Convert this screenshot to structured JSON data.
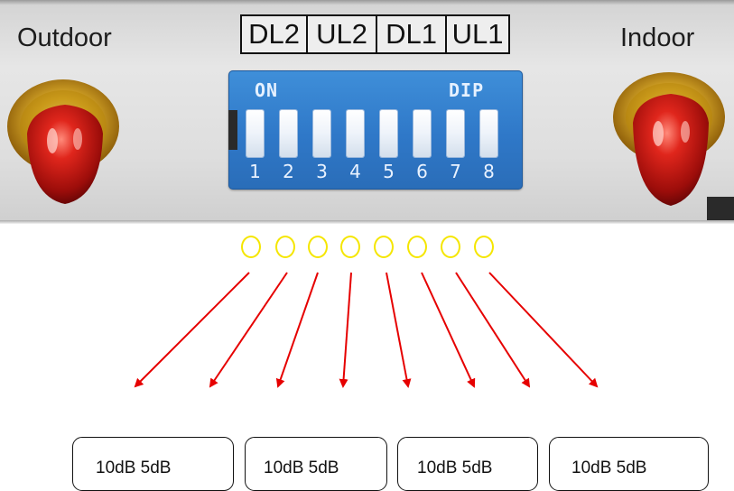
{
  "panel": {
    "left_port_label": "Outdoor",
    "right_port_label": "Indoor",
    "band_labels": [
      "DL2",
      "UL2",
      "DL1",
      "UL1"
    ]
  },
  "dip_switch": {
    "on_label": "ON",
    "dip_label": "DIP",
    "switch_numbers": [
      "1",
      "2",
      "3",
      "4",
      "5",
      "6",
      "7",
      "8"
    ],
    "body_color": "#3a86d4"
  },
  "markers": {
    "count": 8,
    "color": "#f5e600"
  },
  "arrows": {
    "color": "#e60000"
  },
  "attenuation_boxes": [
    {
      "text": "10dB 5dB"
    },
    {
      "text": "10dB 5dB"
    },
    {
      "text": "10dB 5dB"
    },
    {
      "text": "10dB 5dB"
    }
  ]
}
